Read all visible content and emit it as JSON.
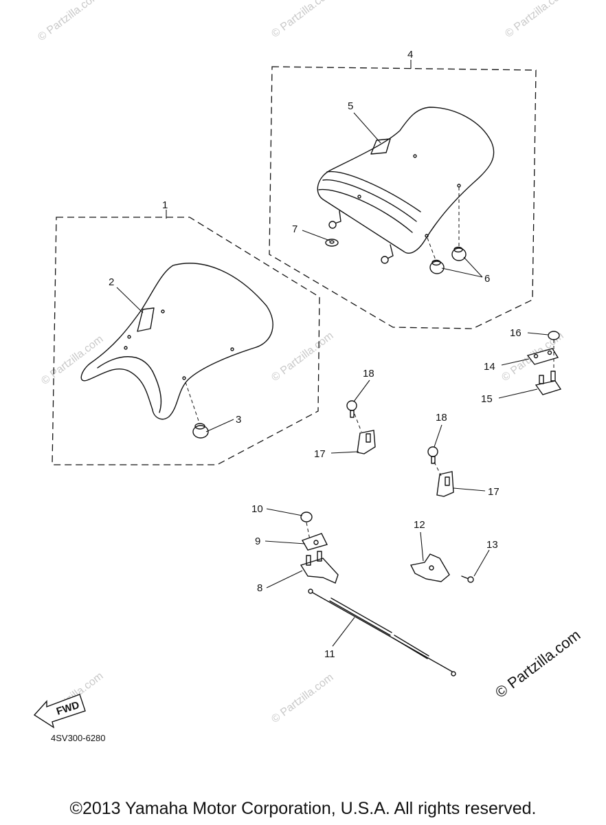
{
  "diagram": {
    "callouts": [
      "1",
      "2",
      "3",
      "4",
      "5",
      "6",
      "7",
      "8",
      "9",
      "10",
      "11",
      "12",
      "13",
      "14",
      "15",
      "16",
      "17",
      "17",
      "18",
      "18"
    ],
    "fwd_label": "FWD",
    "drawing_code": "4SV300-6280",
    "watermark": "© Partzilla.com",
    "partzilla_mark": "© Partzilla.com",
    "copyright": "©2013  Yamaha Motor Corporation, U.S.A. All rights reserved."
  }
}
